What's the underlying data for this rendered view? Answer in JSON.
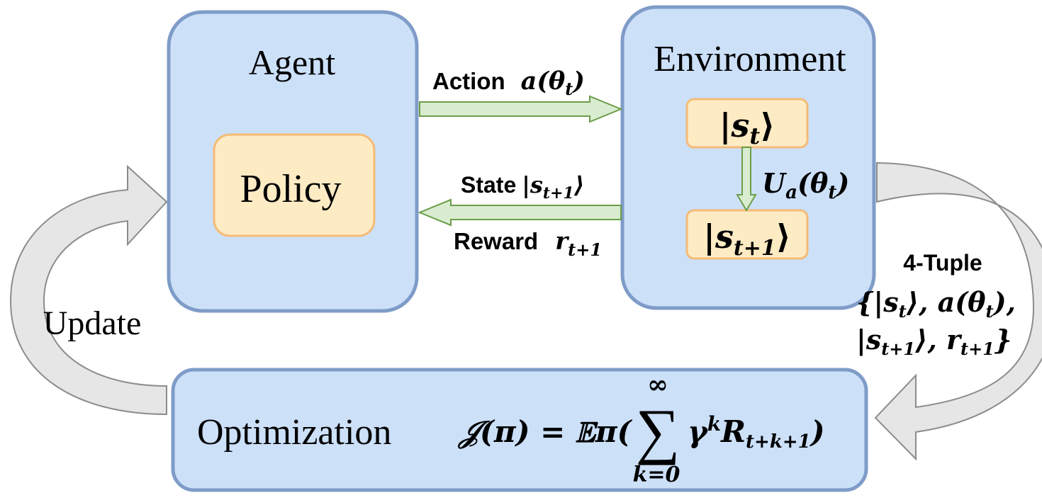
{
  "agent": {
    "title": "Agent",
    "policy_label": "Policy"
  },
  "environment": {
    "title": "Environment",
    "state_current": "|s",
    "state_current_sub": "t",
    "state_current_close": "⟩",
    "state_next": "|s",
    "state_next_sub": "t+1",
    "state_next_close": "⟩",
    "transition_operator": "U",
    "transition_operator_sub": "a",
    "transition_operator_arg": "(θ",
    "transition_operator_arg_sub": "t",
    "transition_operator_close": ")"
  },
  "action_arrow": {
    "word": "Action",
    "symbol": "a(θ",
    "symbol_sub": "t",
    "symbol_close": ")"
  },
  "state_arrow": {
    "word": "State",
    "symbol": "|s",
    "symbol_sub": "t+1",
    "symbol_close": "⟩"
  },
  "reward_arrow": {
    "word": "Reward",
    "symbol": "r",
    "symbol_sub": "t+1"
  },
  "tuple": {
    "title": "4-Tuple",
    "line1": "{|s",
    "line1_sub1": "t",
    "line1_mid": "⟩, a(θ",
    "line1_sub2": "t",
    "line1_end": "),",
    "line2": "|s",
    "line2_sub1": "t+1",
    "line2_mid": "⟩, r",
    "line2_sub2": "t+1",
    "line2_end": "}"
  },
  "update_label": "Update",
  "optimization": {
    "label": "Optimization",
    "lhs": "𝒥(π) = 𝔼π(",
    "sum_symbol": "∑",
    "sum_upper": "∞",
    "sum_lower": "k=0",
    "gamma": "γ",
    "gamma_sup": "k",
    "reward": "R",
    "reward_sub": "t+k+1",
    "close": ")"
  },
  "colors": {
    "box_fill": "#cce0f8",
    "box_stroke": "#7f9cc8",
    "inner_fill": "#fdebc4",
    "inner_stroke": "#f5bb77",
    "arrow_fill": "#d9ecd0",
    "arrow_stroke": "#6a9e4a",
    "cycle_fill": "#e6e6e6",
    "cycle_stroke": "#8c8c8c"
  }
}
